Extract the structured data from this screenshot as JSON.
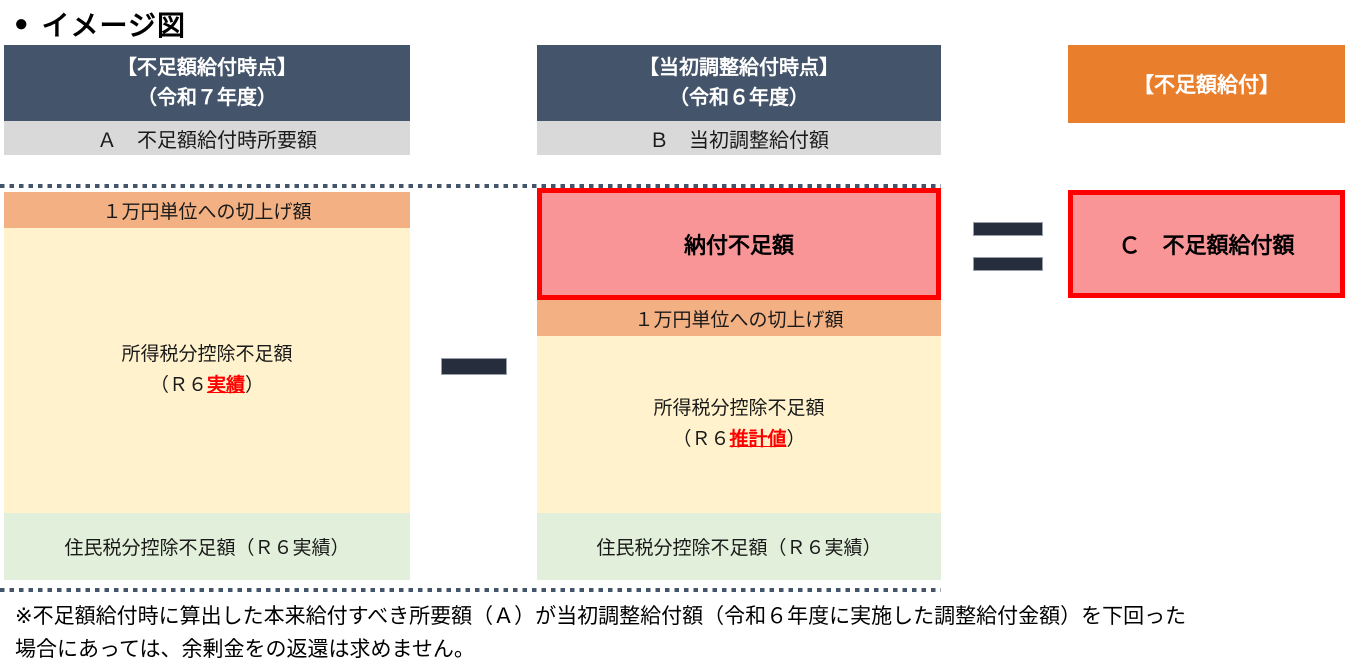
{
  "title": {
    "bullet": "●",
    "text": "イメージ図"
  },
  "left_column": {
    "header": {
      "line1": "【不足額給付時点】",
      "line2": "（令和７年度）"
    },
    "subheader": "Ａ　不足額給付時所要額",
    "roundup_label": "１万円単位への切上げ額",
    "income_tax": {
      "line1": "所得税分控除不足額",
      "paren_open": "（Ｒ６",
      "highlight": "実績",
      "paren_close": "）"
    },
    "resident_tax_label": "住民税分控除不足額（Ｒ６実績）"
  },
  "middle_column": {
    "header": {
      "line1": "【当初調整給付時点】",
      "line2": "（令和６年度）"
    },
    "subheader": "Ｂ　当初調整給付額",
    "shortfall_label": "納付不足額",
    "roundup_label": "１万円単位への切上げ額",
    "income_tax": {
      "line1": "所得税分控除不足額",
      "paren_open": "（Ｒ６",
      "highlight": "推計値",
      "paren_close": "）"
    },
    "resident_tax_label": "住民税分控除不足額（Ｒ６実績）"
  },
  "result_column": {
    "header": "【不足額給付】",
    "box_label": "Ｃ　不足額給付額"
  },
  "footnote": {
    "line1": "※不足額給付時に算出した本来給付すべき所要額（Ａ）が当初調整給付額（令和６年度に実施した調整給付金額）を下回った",
    "line2": "場合にあっては、余剰金をの返還は求めません。"
  },
  "colors": {
    "header_dark": "#44546A",
    "subheader_gray": "#D9D9D9",
    "accent_orange": "#E97E2D",
    "strip_orange": "#F3B183",
    "box_cream": "#FFF2CC",
    "box_green": "#E2EFDA",
    "box_pink": "#FA9597",
    "frame_red": "#FF0000",
    "operator_navy": "#262E3E"
  }
}
